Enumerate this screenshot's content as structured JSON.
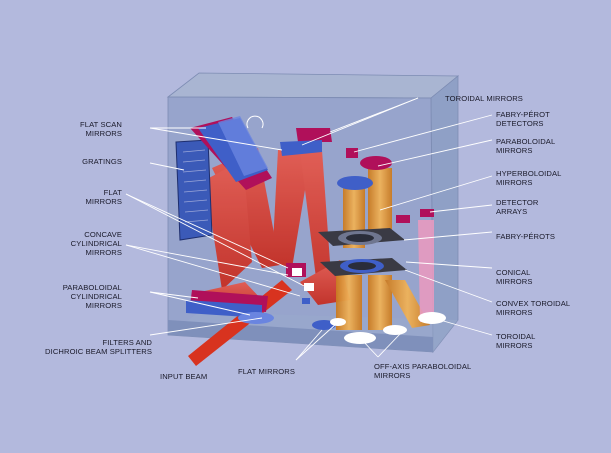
{
  "labels": {
    "toroidal_top": "TOROIDAL MIRRORS",
    "fabry_perot_detectors": "FABRY-PÉROT\nDETECTORS",
    "paraboloidal": "PARABOLOIDAL\nMIRRORS",
    "hyperboloidal": "HYPERBOLOIDAL\nMIRRORS",
    "detector_arrays": "DETECTOR\nARRAYS",
    "fabry_perots": "FABRY-PÉROTS",
    "conical": "CONICAL\nMIRRORS",
    "convex_toroidal": "CONVEX TOROIDAL\nMIRRORS",
    "toroidal_right": "TOROIDAL\nMIRRORS",
    "off_axis": "OFF-AXIS PARABOLOIDAL\nMIRRORS",
    "flat_mirrors_bottom": "FLAT MIRRORS",
    "input_beam": "INPUT BEAM",
    "filters": "FILTERS AND\nDICHROIC BEAM SPLITTERS",
    "paraboloidal_cyl": "PARABOLOIDAL\nCYLINDRICAL\nMIRRORS",
    "concave_cyl": "CONCAVE\nCYLINDRICAL\nMIRRORS",
    "flat_mirrors_left": "FLAT\nMIRRORS",
    "gratings": "GRATINGS",
    "flat_scan": "FLAT SCAN\nMIRRORS"
  },
  "colors": {
    "background": "#b3b9dd",
    "beam": "#d8331f",
    "mirror_magenta": "#b0105a",
    "mirror_blue": "#3f5fc8",
    "fabry_perot_dark": "#3a3a44",
    "orange_beam": "#e59a3b",
    "pink_beam": "#e79ac0"
  }
}
